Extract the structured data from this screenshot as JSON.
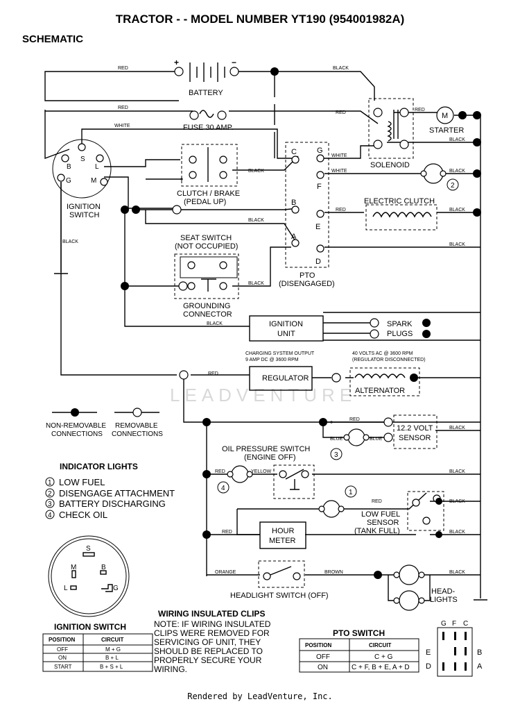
{
  "title": "TRACTOR - - MODEL NUMBER YT190 (954001982A)",
  "subtitle": "SCHEMATIC",
  "footer": "Rendered by LeadVenture, Inc.",
  "watermark": "LEADVENTURE",
  "components": {
    "battery": "BATTERY",
    "battery_pos": "+",
    "battery_neg": "−",
    "fuse": "FUSE 30 AMP.",
    "starter": "STARTER",
    "starter_m": "M",
    "solenoid": "SOLENOID",
    "ignition_switch": [
      "IGNITION",
      "SWITCH"
    ],
    "clutch_brake": [
      "CLUTCH / BRAKE",
      "(PEDAL UP)"
    ],
    "electric_clutch": "ELECTRIC CLUTCH",
    "seat_switch": [
      "SEAT SWITCH",
      "(NOT OCCUPIED)"
    ],
    "grounding_connector": [
      "GROUNDING",
      "CONNECTOR"
    ],
    "pto": [
      "PTO",
      "(DISENGAGED)"
    ],
    "ignition_unit": [
      "IGNITION",
      "UNIT"
    ],
    "spark_plugs": [
      "SPARK",
      "PLUGS"
    ],
    "regulator": "REGULATOR",
    "alternator": "ALTERNATOR",
    "charging_note": [
      "CHARGING SYSTEM OUTPUT",
      "9 AMP DC @ 3600 RPM"
    ],
    "alternator_note": [
      "40 VOLTS AC @ 3600 RPM",
      "(REGULATOR DISCONNECTED)"
    ],
    "volt_sensor": [
      "12.2 VOLT",
      "SENSOR"
    ],
    "oil_pressure_switch": [
      "OIL PRESSURE SWITCH",
      "(ENGINE OFF)"
    ],
    "low_fuel_sensor": [
      "LOW FUEL",
      "SENSOR",
      "(TANK FULL)"
    ],
    "hour_meter": [
      "HOUR",
      "METER"
    ],
    "headlight_switch": "HEADLIGHT SWITCH (OFF)",
    "headlights": [
      "HEAD-",
      "LIGHTS"
    ]
  },
  "ignition_terminals": [
    "S",
    "B",
    "L",
    "G",
    "M"
  ],
  "pto_terminals": [
    "C",
    "G",
    "F",
    "B",
    "E",
    "A",
    "D"
  ],
  "wire_colors": {
    "red": "RED",
    "black": "BLACK",
    "white": "WHITE",
    "blue": "BLUE",
    "yellow": "YELLOW",
    "orange": "ORANGE",
    "brown": "BROWN"
  },
  "lamp_numbers": [
    "1",
    "2",
    "3",
    "4"
  ],
  "legend": {
    "non_removable": [
      "NON-REMOVABLE",
      "CONNECTIONS"
    ],
    "removable": [
      "REMOVABLE",
      "CONNECTIONS"
    ]
  },
  "indicator_lights": {
    "title": "INDICATOR LIGHTS",
    "items": [
      {
        "num": "1",
        "label": "LOW FUEL"
      },
      {
        "num": "2",
        "label": "DISENGAGE ATTACHMENT"
      },
      {
        "num": "3",
        "label": "BATTERY DISCHARGING"
      },
      {
        "num": "4",
        "label": "CHECK OIL"
      }
    ]
  },
  "ignition_switch_table": {
    "title": "IGNITION SWITCH",
    "headers": [
      "POSITION",
      "CIRCUIT"
    ],
    "rows": [
      [
        "OFF",
        "M + G"
      ],
      [
        "ON",
        "B + L"
      ],
      [
        "START",
        "B + S + L"
      ]
    ]
  },
  "wiring_note": {
    "title": "WIRING INSULATED CLIPS",
    "lines": [
      "NOTE: IF WIRING INSULATED",
      "CLIPS WERE REMOVED FOR",
      "SERVICING OF UNIT, THEY",
      "SHOULD BE REPLACED TO",
      "PROPERLY SECURE YOUR",
      "WIRING."
    ]
  },
  "pto_switch_table": {
    "title": "PTO SWITCH",
    "headers": [
      "POSITION",
      "CIRCUIT"
    ],
    "rows": [
      [
        "OFF",
        "C + G"
      ],
      [
        "ON",
        "C + F, B + E, A + D"
      ]
    ]
  },
  "pto_connector": {
    "top": [
      "G",
      "F",
      "C"
    ],
    "left": [
      "E",
      "D"
    ],
    "right": [
      "B",
      "A"
    ]
  },
  "plug_labels": [
    "S",
    "M",
    "B",
    "L",
    "G"
  ]
}
